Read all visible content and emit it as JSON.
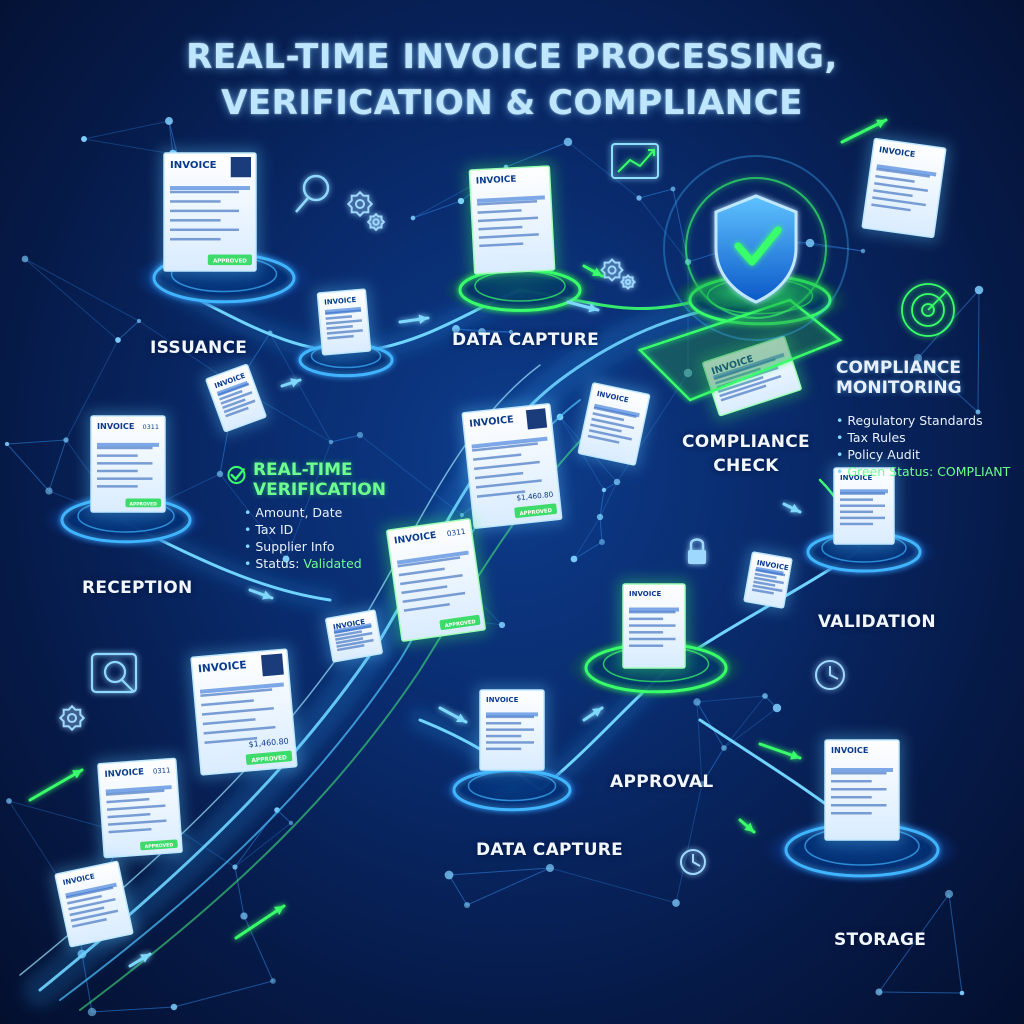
{
  "title": {
    "line1": "REAL-TIME INVOICE PROCESSING,",
    "line2": "VERIFICATION & COMPLIANCE"
  },
  "stages": {
    "issuance": "ISSUANCE",
    "data_capture_top": "DATA CAPTURE",
    "compliance_check_line1": "COMPLIANCE",
    "compliance_check_line2": "CHECK",
    "reception": "RECEPTION",
    "validation": "VALIDATION",
    "approval": "APPROVAL",
    "data_capture_bottom": "DATA CAPTURE",
    "storage": "STORAGE"
  },
  "verification_panel": {
    "title_line1": "REAL-TIME",
    "title_line2": "VERIFICATION",
    "items": [
      "Amount, Date",
      "Tax ID",
      "Supplier Info"
    ],
    "status_label": "Status: ",
    "status_value": "Validated"
  },
  "compliance_panel": {
    "title_line1": "COMPLIANCE",
    "title_line2": "MONITORING",
    "items": [
      "Regulatory Standards",
      "Tax Rules",
      "Policy Audit"
    ],
    "status_value": "Green Status: COMPLIANT"
  },
  "invoice_word": "INVOICE",
  "invoice_number": "0311",
  "invoice_amount": "$1,460.80",
  "invoice_stamp": "APPROVED",
  "colors": {
    "accent_blue": "#3fb4ff",
    "accent_green": "#39ff6a",
    "label_white": "#f2f7ff"
  },
  "icons": [
    "magnifier-icon",
    "gear-icon",
    "chart-icon",
    "shield-check-icon",
    "radar-icon",
    "lock-icon",
    "clock-icon",
    "check-circle-icon"
  ]
}
